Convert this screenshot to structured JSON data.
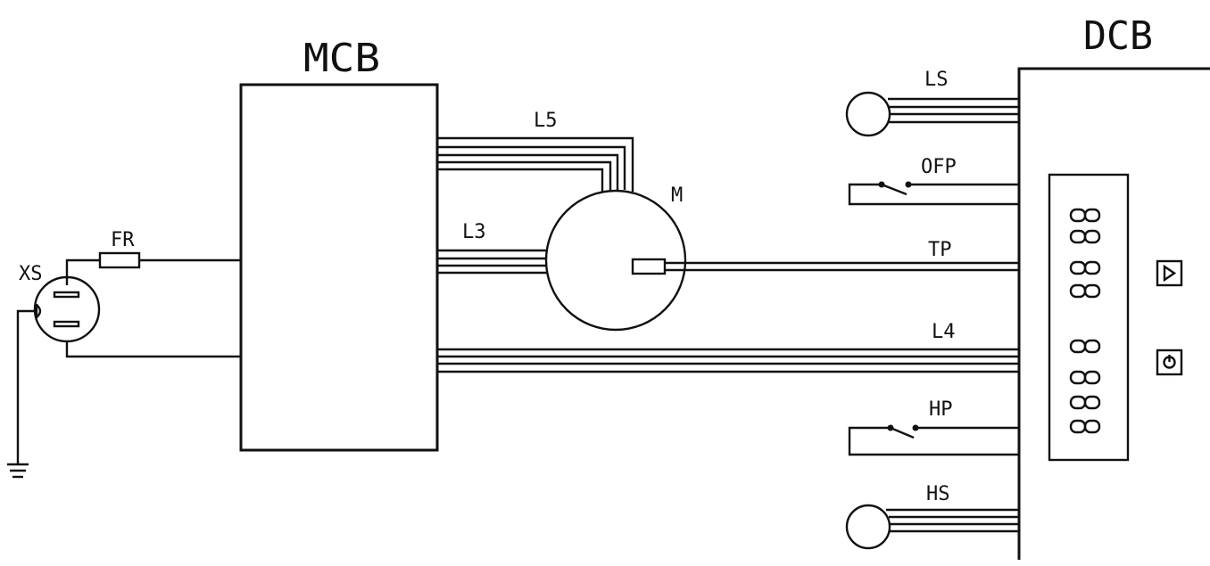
{
  "labels": {
    "mcb": "MCB",
    "dcb": "DCB",
    "ls": "LS",
    "l5": "L5",
    "ofp": "OFP",
    "m": "M",
    "l3": "L3",
    "fr": "FR",
    "xs": "XS",
    "tp": "TP",
    "l4": "L4",
    "hp": "HP",
    "hs": "HS"
  },
  "colors": {
    "stroke": "#111111",
    "background": "#ffffff"
  },
  "icons": {
    "play": "play-icon",
    "power": "power-icon"
  }
}
